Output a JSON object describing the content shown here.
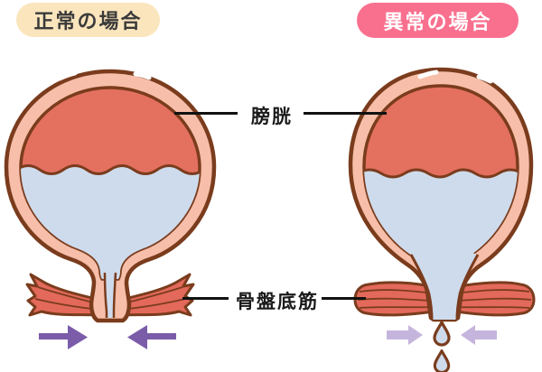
{
  "figure": {
    "normal_panel": {
      "badge_label": "正常の場合",
      "arrow_icon": "strong-inward-arrows",
      "urethra_state": "closed"
    },
    "abnormal_panel": {
      "badge_label": "異常の場合",
      "arrow_icon": "weak-inward-arrows",
      "urethra_state": "open-leaking",
      "leak_drop_count": 2
    }
  },
  "annotations": {
    "bladder_label": "膀胱",
    "pelvic_floor_label": "骨盤底筋"
  },
  "colors": {
    "badge_cream": "#FBE5BD",
    "badge_pink": "#F9708F",
    "badge_text_dark": "#3A3A3A",
    "badge_text_light": "#FFFFFF",
    "outline_brown": "#7A3C1D",
    "bladder_wall_pink": "#F7BFA9",
    "bladder_inner_red": "#E4705F",
    "urine_blue": "#CEDBEC",
    "muscle_red": "#E3695B",
    "arrow_purple": "#7B5CA9",
    "arrow_lavender": "#C5B5DC",
    "callout_line_black": "#111111"
  }
}
